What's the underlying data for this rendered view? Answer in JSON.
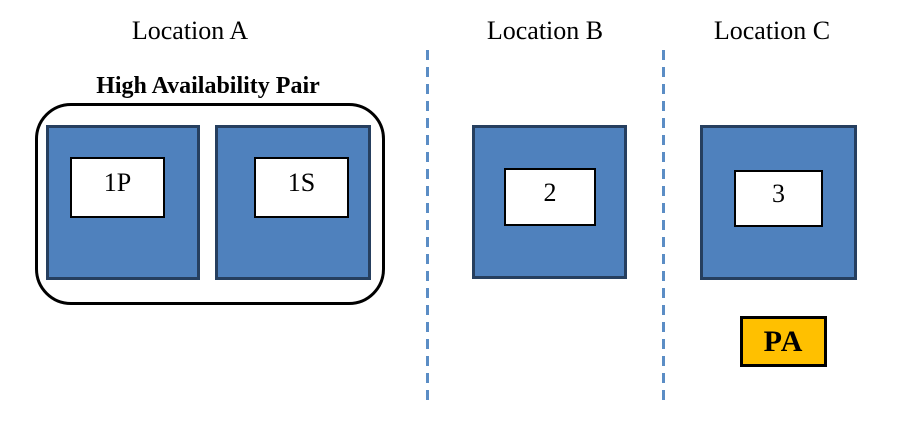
{
  "diagram": {
    "locations": [
      {
        "title": "Location A"
      },
      {
        "title": "Location B"
      },
      {
        "title": "Location C"
      }
    ],
    "ha_pair_label": "High Availability Pair",
    "nodes": [
      {
        "label": "1P",
        "location": "Location A"
      },
      {
        "label": "1S",
        "location": "Location A"
      },
      {
        "label": "2",
        "location": "Location B"
      },
      {
        "label": "3",
        "location": "Location C"
      }
    ],
    "pa_label": "PA",
    "colors": {
      "node_fill": "#4F81BD",
      "node_border": "#263F5F",
      "divider_blue": "#5B8DC5",
      "pa_fill": "#FFC000",
      "outline_black": "#000000",
      "label_fill": "#FFFFFF"
    }
  }
}
